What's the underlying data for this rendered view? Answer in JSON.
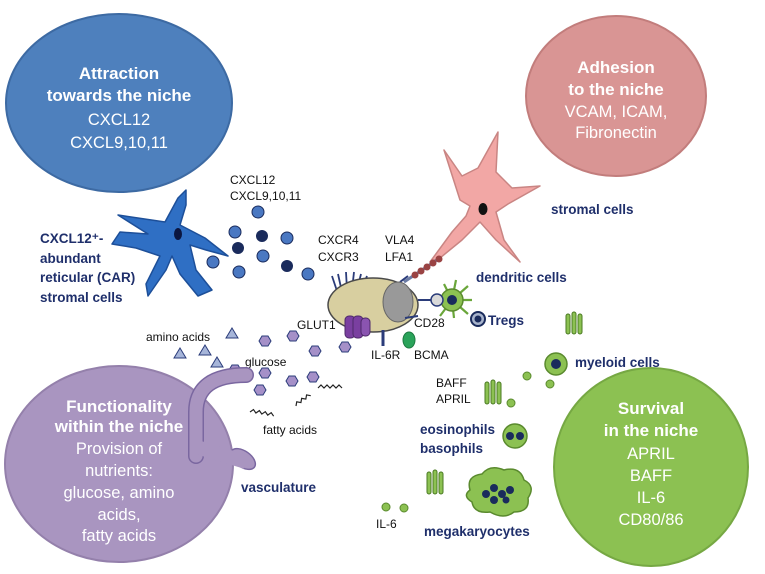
{
  "bubbles": {
    "attraction": {
      "title_lines": [
        "Attraction",
        "towards the niche"
      ],
      "body_lines": [
        "CXCL12",
        "CXCL9,10,11"
      ],
      "color": "#4e80bd"
    },
    "adhesion": {
      "title_lines": [
        "Adhesion",
        "to the niche"
      ],
      "body_lines": [
        "VCAM, ICAM,",
        "Fibronectin"
      ],
      "color": "#d99594"
    },
    "functionality": {
      "title_lines": [
        "Functionality",
        "within the niche"
      ],
      "body_lines": [
        "Provision of",
        "nutrients:",
        "glucose, amino",
        "acids,",
        "fatty acids"
      ],
      "color": "#a995c0"
    },
    "survival": {
      "title_lines": [
        "Survival",
        "in the niche"
      ],
      "body_lines": [
        "APRIL",
        "BAFF",
        "IL-6",
        "CD80/86"
      ],
      "color": "#8cc152"
    }
  },
  "labels": {
    "car_cells": [
      "CXCL12⁺-",
      "abundant",
      "reticular (CAR)",
      "stromal cells"
    ],
    "chemokines": [
      "CXCL12",
      "CXCL9,10,11"
    ],
    "receptors": [
      "CXCR4",
      "CXCR3"
    ],
    "integrins": [
      "VLA4",
      "LFA1"
    ],
    "stromal_cells": "stromal cells",
    "dendritic_cells": "dendritic cells",
    "tregs": "Tregs",
    "cd28": "CD28",
    "glut1": "GLUT1",
    "il6r": "IL-6R",
    "bcma": "BCMA",
    "amino_acids": "amino acids",
    "glucose": "glucose",
    "fatty_acids": "fatty acids",
    "vasculature": "vasculature",
    "myeloid_cells": "myeloid cells",
    "baff_april": [
      "BAFF",
      "APRIL"
    ],
    "eosinophils_basophils": [
      "eosinophils",
      "basophils"
    ],
    "il6": "IL-6",
    "megakaryocytes": "megakaryocytes"
  },
  "colors": {
    "label_dark": "#1f2f6b",
    "car_cell": "#2f6fc4",
    "stromal_cell": "#f2a7a5",
    "plasma_cell": "#d8cfa0",
    "nucleus": "#999999",
    "chemokine_light": "#4a78c2",
    "chemokine_dark": "#1a2b5c",
    "glucose": "#a590c8",
    "amino_acid": "#a6b5d9",
    "green_cell": "#8cc152",
    "vasculature": "#a995c0",
    "glut1": "#7a3fa0",
    "bcma": "#2aa35a"
  },
  "icons": [
    "car-stromal-cell",
    "stromal-cell",
    "plasma-cell",
    "dendritic-cell",
    "treg-cell",
    "myeloid-cell",
    "eosinophil-basophil",
    "megakaryocyte",
    "blood-vessel"
  ]
}
